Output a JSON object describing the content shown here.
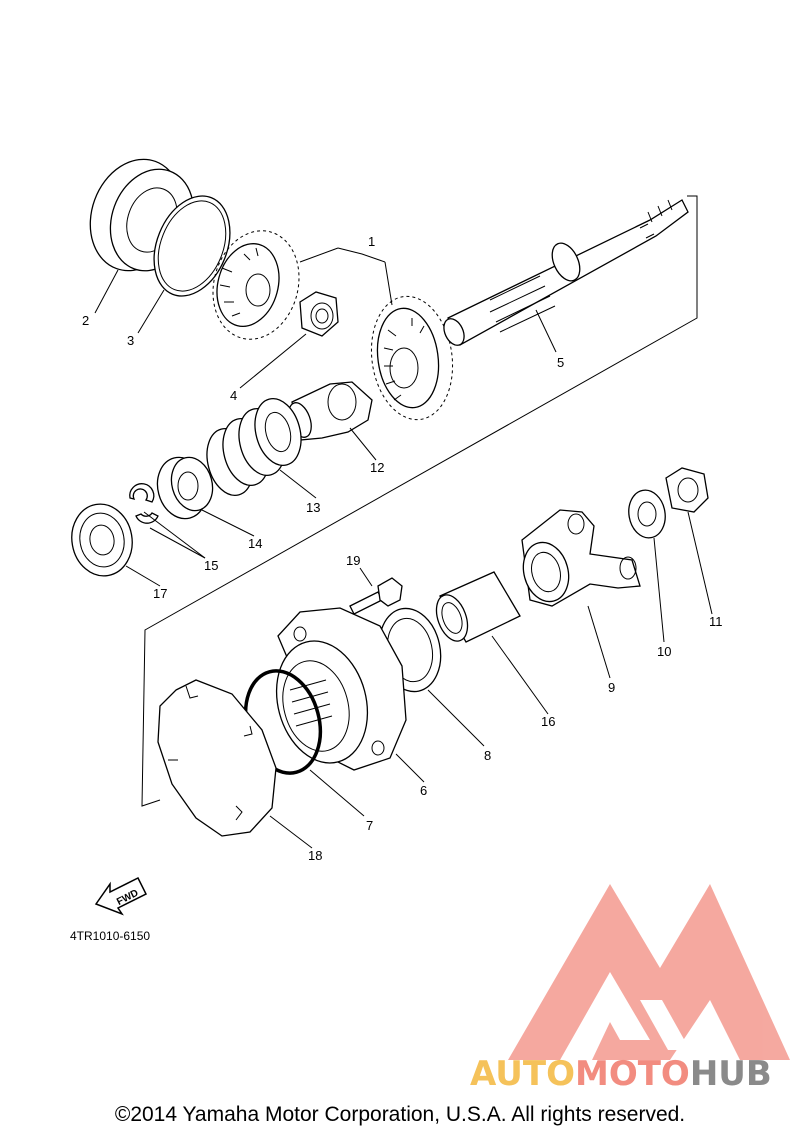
{
  "diagram": {
    "part_numbers": [
      "1",
      "2",
      "3",
      "4",
      "5",
      "6",
      "7",
      "8",
      "9",
      "10",
      "11",
      "12",
      "13",
      "14",
      "15",
      "16",
      "17",
      "18",
      "19"
    ],
    "fwd_label": "FWD",
    "diagram_code": "4TR1010-6150"
  },
  "watermark": {
    "part_a": "AUTO",
    "part_b": "MOTO",
    "part_c": "HUB",
    "color_a": "#F5C25A",
    "color_b": "#F28C80",
    "color_c": "#8A8A8A"
  },
  "footer": {
    "copyright": "©2014 Yamaha Motor Corporation, U.S.A. All rights reserved."
  }
}
